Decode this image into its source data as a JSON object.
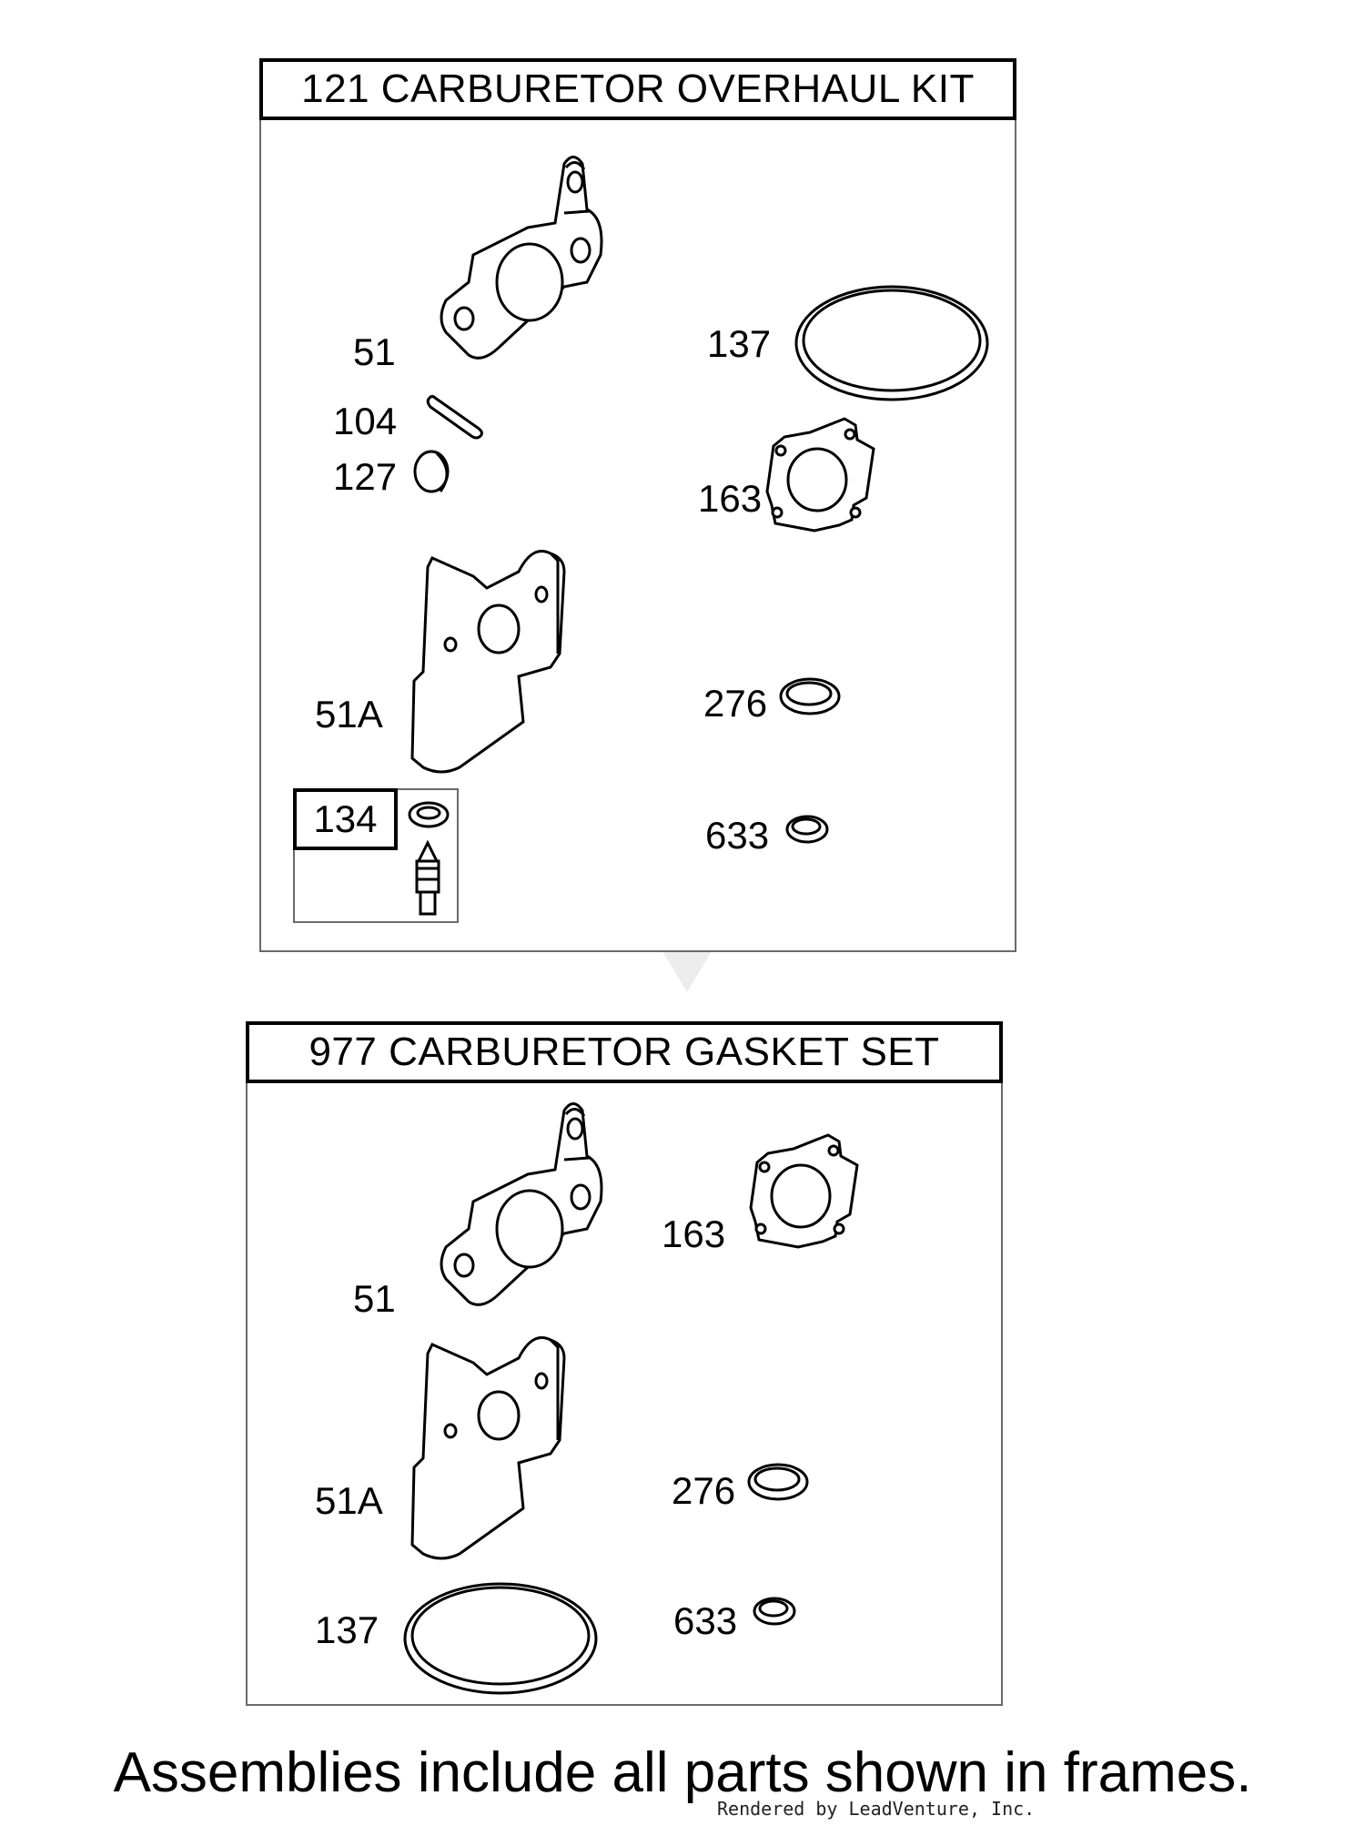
{
  "kit_121": {
    "title": "121 CARBURETOR OVERHAUL KIT",
    "callouts": {
      "p51": "51",
      "p104": "104",
      "p127": "127",
      "p51a": "51A",
      "p137": "137",
      "p163": "163",
      "p276": "276",
      "p633": "633"
    },
    "sub_assembly": {
      "title": "134"
    }
  },
  "kit_977": {
    "title": "977 CARBURETOR GASKET SET",
    "callouts": {
      "p51": "51",
      "p51a": "51A",
      "p137": "137",
      "p163": "163",
      "p276": "276",
      "p633": "633"
    }
  },
  "footer": {
    "note": "Assemblies include all parts shown in frames.",
    "credit": "Rendered by LeadVenture, Inc."
  }
}
